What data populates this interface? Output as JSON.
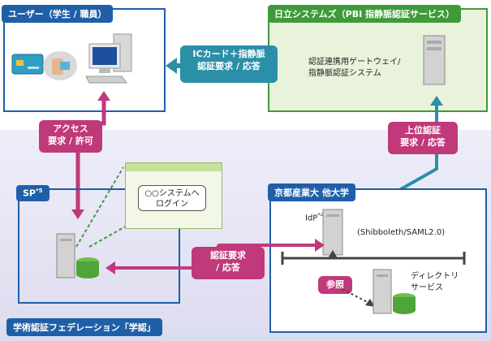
{
  "user_panel": {
    "title": "ユーザー（学生 / 職員）"
  },
  "hitachi_panel": {
    "title": "日立システムズ（PBI 指静脈認証サービス）",
    "system_line1": "認証連携用ゲートウェイ/",
    "system_line2": "指静脈認証システム"
  },
  "ic_auth": {
    "line1": "ICカード＋指静脈",
    "line2": "認証要求 / 応答"
  },
  "access": {
    "line1": "アクセス",
    "line2": "要求 / 許可"
  },
  "upper_auth": {
    "line1": "上位認証",
    "line2": "要求 / 応答"
  },
  "federation": {
    "title": "学術認証フェデレーション「学認」"
  },
  "sp": {
    "label": "SP",
    "sup": "*5"
  },
  "login_window": {
    "line1": "○○システムへ",
    "line2": "ログイン"
  },
  "kyoto": {
    "title": "京都産業大  他大学",
    "idp_label": "IdP",
    "idp_sup": "*4",
    "protocol": "(Shibboleth/SAML2.0)",
    "reference": "参照",
    "directory_line1": "ディレクトリ",
    "directory_line2": "サービス"
  },
  "auth_request": {
    "line1": "認証要求",
    "line2": "/ 応答"
  },
  "colors": {
    "blue": "#1f5fa8",
    "green": "#3f9a3a",
    "magenta": "#c0397a",
    "teal": "#2b8fa8",
    "federation_bg": "#e4e4f3"
  }
}
